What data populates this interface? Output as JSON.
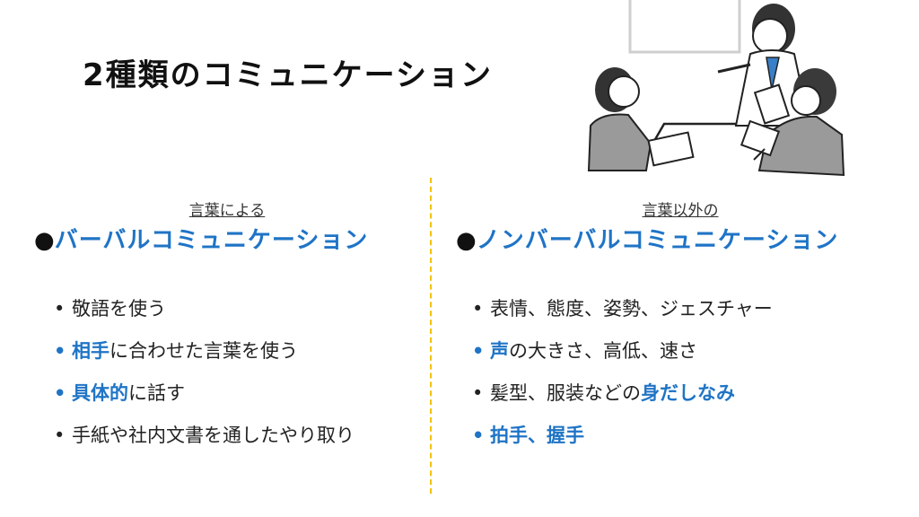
{
  "title": "2種類のコミュニケーション",
  "illustration": "office-meeting-illustration",
  "colors": {
    "accent": "#1f74c6",
    "divider": "#f2c200"
  },
  "left": {
    "sub": "言葉による",
    "bullet": "●",
    "heading": "バーバルコミュニケーション",
    "items": [
      {
        "dot": "•",
        "parts": [
          {
            "text": "敬語を使う",
            "hl": false
          }
        ]
      },
      {
        "dot": "•",
        "parts": [
          {
            "text": "相手",
            "hl": true
          },
          {
            "text": "に合わせた言葉を使う",
            "hl": false
          }
        ]
      },
      {
        "dot": "•",
        "parts": [
          {
            "text": "具体的",
            "hl": true
          },
          {
            "text": "に話す",
            "hl": false
          }
        ]
      },
      {
        "dot": "•",
        "parts": [
          {
            "text": "手紙や社内文書を通したやり取り",
            "hl": false
          }
        ]
      }
    ]
  },
  "right": {
    "sub": "言葉以外の",
    "bullet": "●",
    "heading": "ノンバーバルコミュニケーション",
    "items": [
      {
        "dot": "•",
        "parts": [
          {
            "text": "表情、態度、姿勢、ジェスチャー",
            "hl": false
          }
        ]
      },
      {
        "dot": "•",
        "parts": [
          {
            "text": "声",
            "hl": true
          },
          {
            "text": "の大きさ、高低、速さ",
            "hl": false
          }
        ]
      },
      {
        "dot": "•",
        "parts": [
          {
            "text": "髪型、服装などの",
            "hl": false
          },
          {
            "text": "身だしなみ",
            "hl": true
          }
        ]
      },
      {
        "dot": "•",
        "parts": [
          {
            "text": "拍手、握手",
            "hl": true
          }
        ]
      }
    ]
  }
}
